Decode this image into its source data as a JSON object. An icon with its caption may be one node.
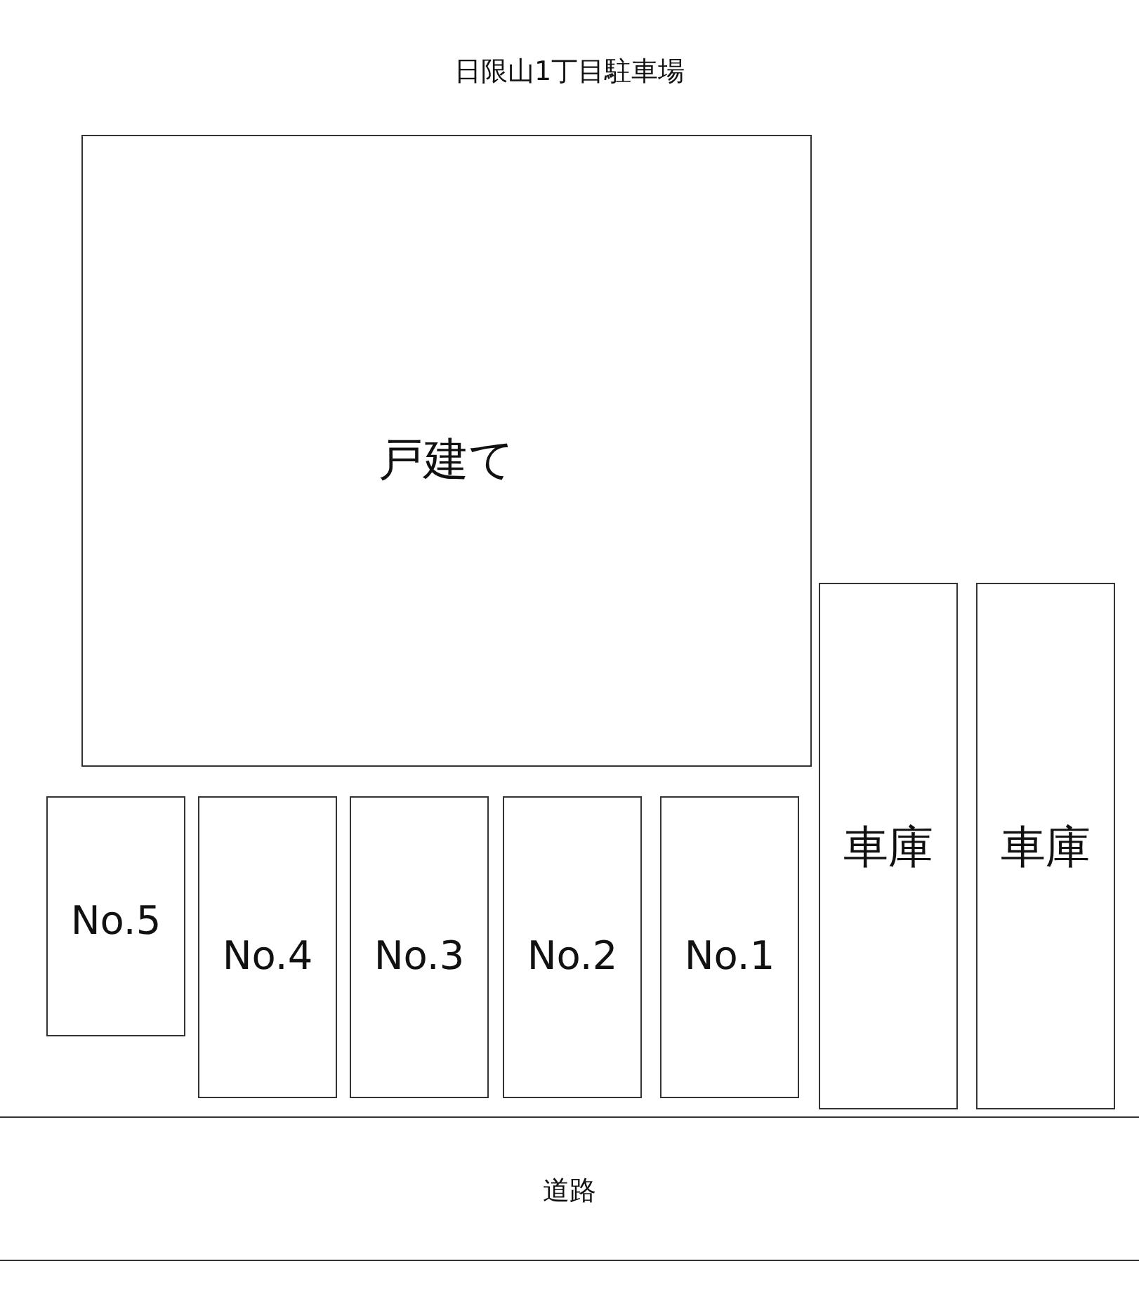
{
  "diagram": {
    "title": "日限山1丁目駐車場",
    "nodes": [
      {
        "text": [
          "戸建て"
        ]
      },
      {
        "text": [
          "No.5"
        ]
      },
      {
        "text": [
          "No.4"
        ]
      },
      {
        "text": [
          "No.3"
        ]
      },
      {
        "text": [
          "No.2"
        ]
      },
      {
        "text": [
          "No.1"
        ]
      },
      {
        "text": [
          "車庫"
        ]
      },
      {
        "text": [
          "車庫"
        ]
      },
      {
        "text": [
          "道路"
        ]
      }
    ],
    "edges": []
  }
}
